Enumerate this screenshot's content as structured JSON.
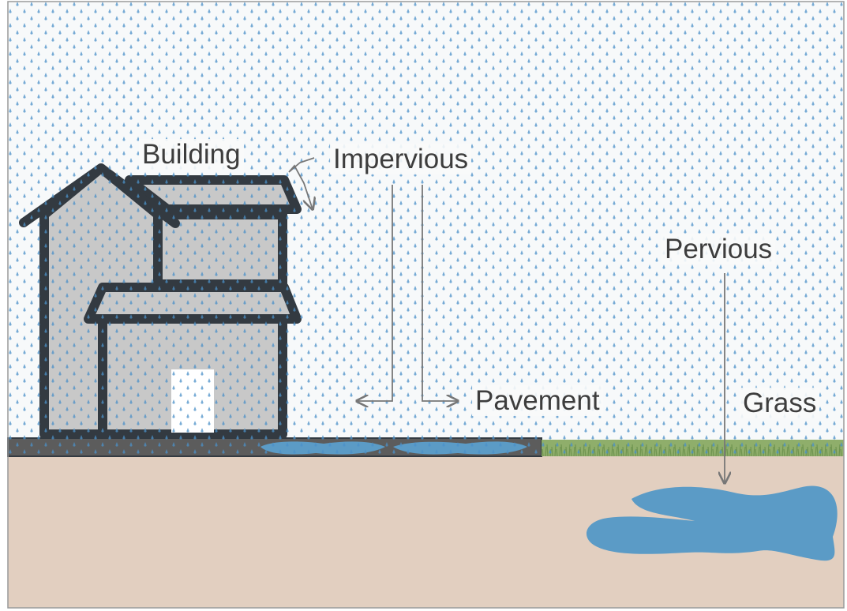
{
  "labels": {
    "building": "Building",
    "impervious": "Impervious",
    "pavement": "Pavement",
    "pervious": "Pervious",
    "grass": "Grass"
  },
  "colors": {
    "sky": "#f7f9fa",
    "raindrop": "#4a90c8",
    "soil": "#e2cfc0",
    "pavement": "#5c5c5c",
    "grass": "#8fae6b",
    "water": "#5b9bc6",
    "building_fill": "#c8c8c8",
    "building_stroke": "#333a41",
    "door": "#ffffff",
    "arrow": "#777777",
    "border": "#9a9a9a"
  }
}
